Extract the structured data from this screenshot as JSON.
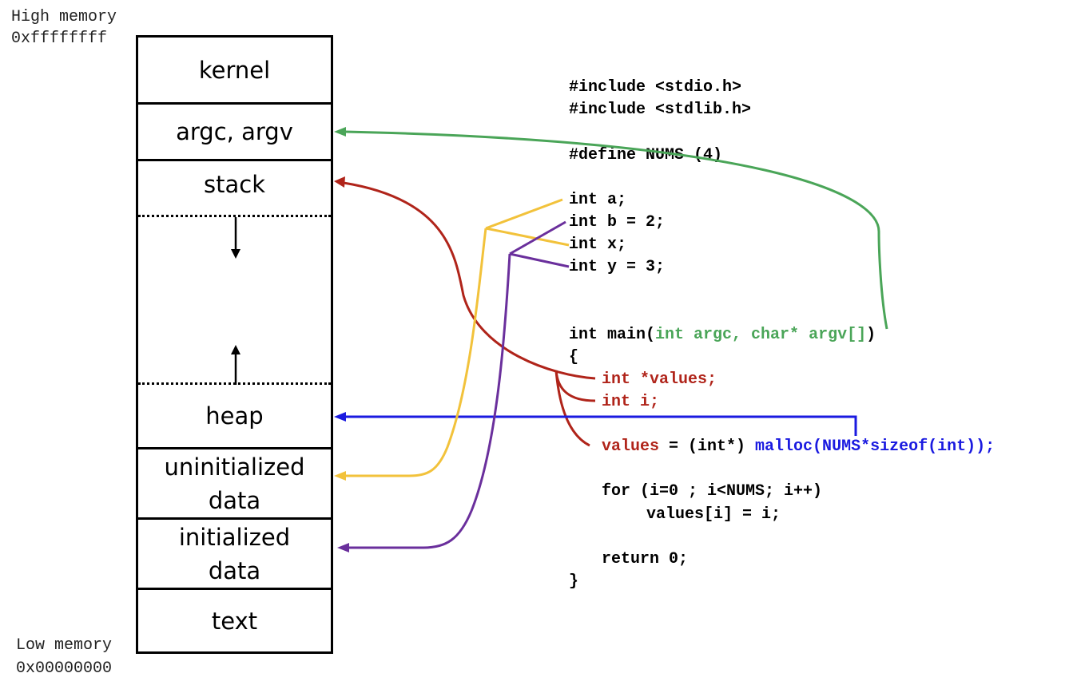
{
  "address_labels": {
    "high_title": "High memory",
    "high_addr": "0xffffffff",
    "low_title": "Low memory",
    "low_addr": "0x00000000"
  },
  "segments": {
    "kernel": "kernel",
    "args": "argc, argv",
    "stack": "stack",
    "heap": "heap",
    "uninit_line1": "uninitialized",
    "uninit_line2": "data",
    "init_line1": "initialized",
    "init_line2": "data",
    "text": "text"
  },
  "code": {
    "include1": "#include <stdio.h>",
    "include2": "#include <stdlib.h>",
    "define": "#define NUMS (4)",
    "decl_a": "int a;",
    "decl_b": "int b = 2;",
    "decl_x": "int x;",
    "decl_y": "int y = 3;",
    "main_prefix": "int main(",
    "main_params": "int argc, char* argv[]",
    "main_suffix": ")",
    "open_brace": "{",
    "local_values": "int *values;",
    "local_i": "int i;",
    "assign_values": "values",
    "assign_mid": " = (int*) ",
    "assign_malloc": "malloc(NUMS*sizeof(int));",
    "for_line": "for (i=0 ; i<NUMS; i++)",
    "body_line": "values[i] = i;",
    "return_line": "return 0;",
    "close_brace": "}"
  },
  "colors": {
    "args_arrow": "#4aa558",
    "stack_arrow": "#b0241a",
    "heap_arrow": "#1a1ae0",
    "uninit_arrow": "#f2c23b",
    "init_arrow": "#6a2f9c"
  }
}
